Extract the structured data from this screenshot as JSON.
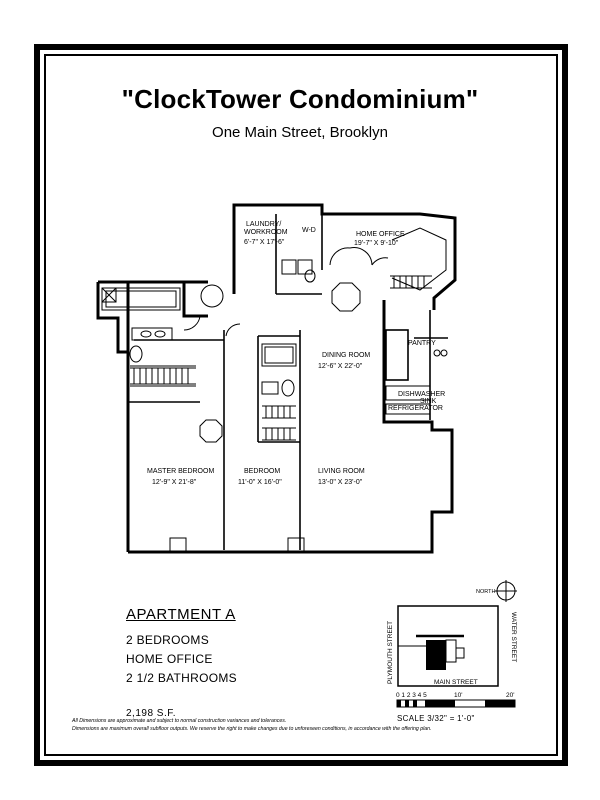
{
  "title": "\"ClockTower Condominium\"",
  "subtitle": "One Main Street, Brooklyn",
  "rooms": {
    "laundry_name": "LAUNDRY/",
    "laundry_name2": "WORKROOM",
    "laundry_dim": "6'-7\" x 17'-6\"",
    "wd": "W-D",
    "home_office_name": "HOME OFFICE",
    "home_office_dim": "19'-7\" x 9'-10\"",
    "pantry": "PANTRY",
    "dining_name": "DINING ROOM",
    "dining_dim": "12'-6\" x 22'-0\"",
    "dishwasher": "DISHWASHER",
    "sink": "SINK",
    "refrigerator": "REFRIGERATOR",
    "master_name": "MASTER BEDROOM",
    "master_dim": "12'-9\" x 21'-8\"",
    "bedroom_name": "BEDROOM",
    "bedroom_dim": "11'-0\" x 16'-0\"",
    "living_name": "LIVING ROOM",
    "living_dim": "13'-0\" x 23'-0\""
  },
  "apartment": {
    "name": "APARTMENT A",
    "lines": [
      "2 BEDROOMS",
      "HOME OFFICE",
      "2 1/2 BATHROOMS"
    ],
    "area": "2,198 S.F."
  },
  "keyplan": {
    "north": "NORTH",
    "left_street": "PLYMOUTH STREET",
    "right_street": "WATER STREET",
    "bottom_street": "MAIN STREET"
  },
  "scale": {
    "ticks": [
      "0 1 2 3 4 5",
      "10'",
      "20'"
    ],
    "text": "SCALE 3/32\" = 1'-0\""
  },
  "notes": [
    "All Dimensions are approximate and subject to normal construction variances and tolerances.",
    "Dimensions are maximum overall subfloor outputs. We reserve the right to make changes due to unforeseen conditions, in accordance with the offering plan."
  ]
}
